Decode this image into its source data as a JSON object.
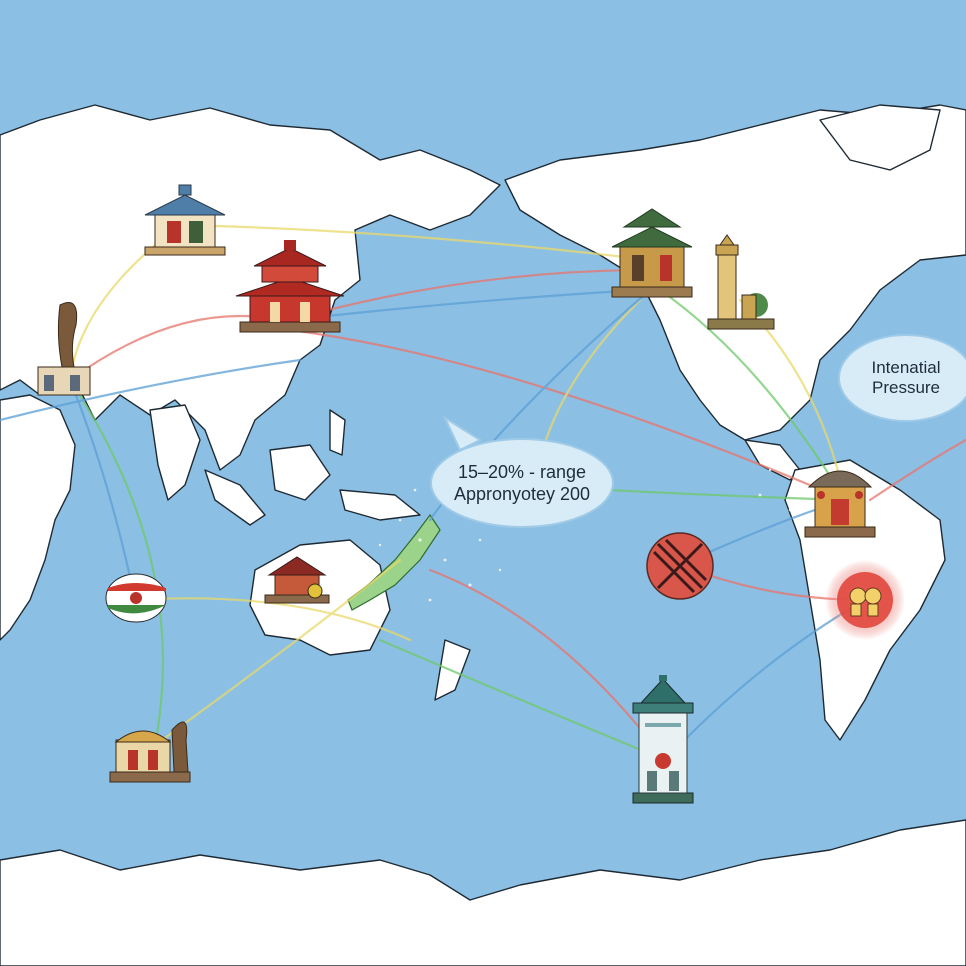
{
  "map": {
    "callouts": {
      "pressure": {
        "line1": "Intenatial",
        "line2": "Pressure"
      },
      "range": {
        "line1": "15–20% - range",
        "line2": "Appronyotey 200"
      }
    },
    "landmark_icons": [
      "pagoda-icon",
      "palace-icon",
      "temple-icon",
      "tower-icon",
      "stupa-icon",
      "shrine-icon",
      "monument-icon",
      "lighthouse-icon"
    ],
    "markers": {
      "flag_badge": "flag-badge-icon",
      "blocked": "blocked-cross-icon",
      "alert": "alert-red-marker-icon"
    },
    "colors": {
      "ocean": "#8cbfe4",
      "land": "#ffffff",
      "japan_highlight": "#9bd38a",
      "route_red": "#e8756d",
      "route_blue": "#5b9fd6",
      "route_green": "#6ec96a",
      "route_yellow": "#e9d96a",
      "marker_red": "#e0463d"
    }
  }
}
